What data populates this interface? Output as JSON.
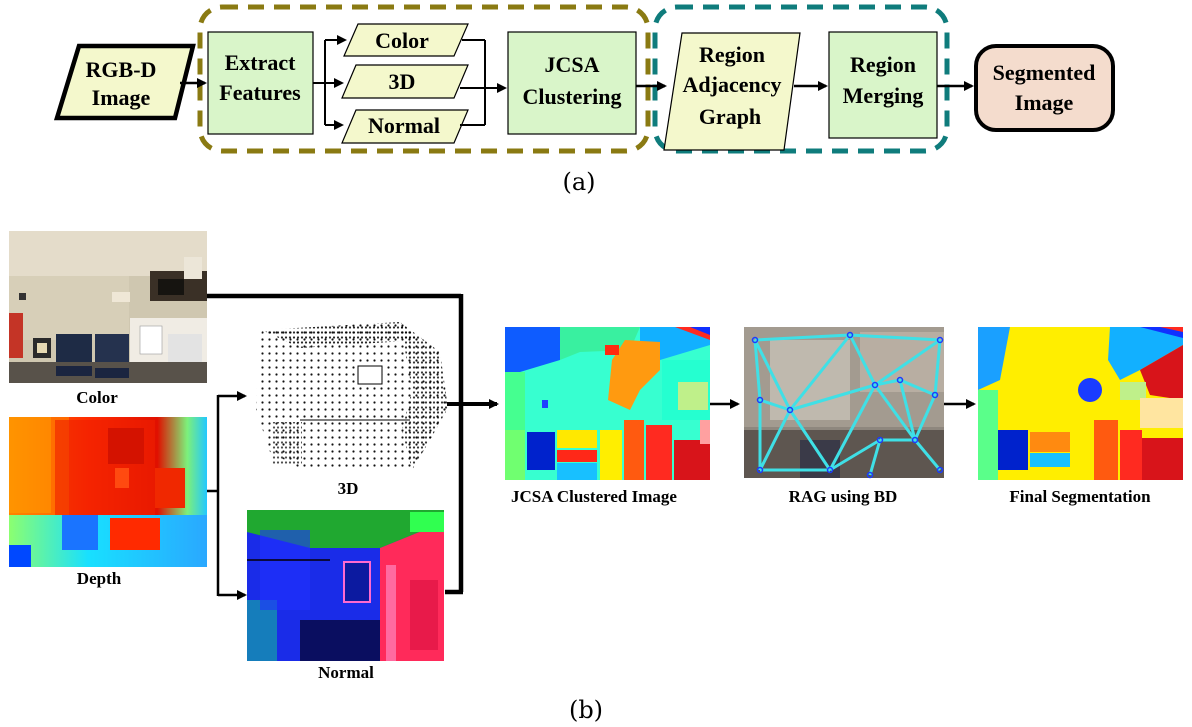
{
  "colors": {
    "box_fill": "#d9f5c9",
    "input_fill": "#f4f8cc",
    "output_fill": "#f4dccd",
    "feature_group_border": "#8a7a12",
    "merge_group_border": "#0f7c7c",
    "rag_edge": "#3fe0e6",
    "rag_node": "#1a3cff"
  },
  "panel_a": {
    "input": {
      "line1": "RGB-D",
      "line2": "Image"
    },
    "extract": {
      "line1": "Extract",
      "line2": "Features"
    },
    "features": [
      "Color",
      "3D",
      "Normal"
    ],
    "jcsa": {
      "line1": "JCSA",
      "line2": "Clustering"
    },
    "rag": {
      "line1": "Region",
      "line2": "Adjacency",
      "line3": "Graph"
    },
    "merge": {
      "line1": "Region",
      "line2": "Merging"
    },
    "output": {
      "line1": "Segmented",
      "line2": "Image"
    },
    "caption": "(a)"
  },
  "panel_b": {
    "color_label": "Color",
    "depth_label": "Depth",
    "threed_label": "3D",
    "normal_label": "Normal",
    "jcsa_label": "JCSA Clustered Image",
    "rag_label": "RAG using BD",
    "final_label": "Final Segmentation",
    "caption": "(b)"
  }
}
